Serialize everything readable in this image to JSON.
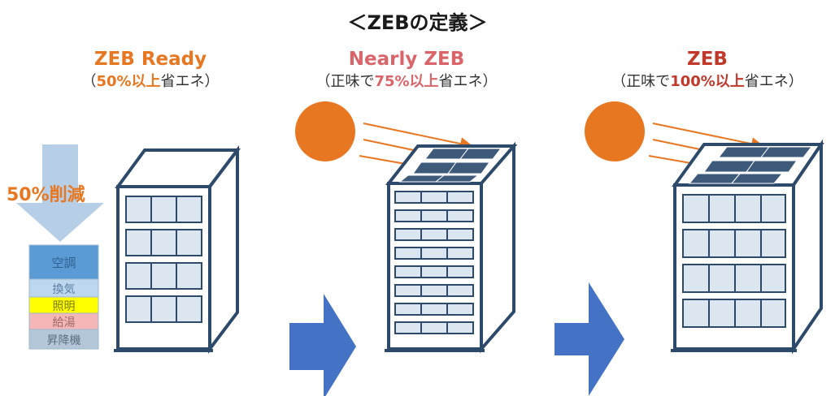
{
  "title": "＜ZEBの定義＞",
  "levels": [
    {
      "name": "ZEB Ready",
      "sub_open": "（",
      "sub_prefix": "",
      "sub_highlight": "50%以上",
      "sub_suffix": "省エネ）",
      "name_color": "#e87722",
      "highlight_color": "#e87722"
    },
    {
      "name": "Nearly ZEB",
      "sub_open": "（",
      "sub_prefix": "正味で",
      "sub_highlight": "75%以上",
      "sub_suffix": "省エネ）",
      "name_color": "#d9646a",
      "highlight_color": "#d9646a"
    },
    {
      "name": "ZEB",
      "sub_open": "（",
      "sub_prefix": "正味で",
      "sub_highlight": "100%以上",
      "sub_suffix": "省エネ）",
      "name_color": "#c0392b",
      "highlight_color": "#c0392b"
    }
  ],
  "reduction_label": "50%削減",
  "energy_stack": [
    "空調",
    "換気",
    "照明",
    "給湯",
    "昇降機"
  ],
  "colors": {
    "building_stroke": "#2e4a6b",
    "window_fill": "#dce6f0",
    "sun": "#e87722",
    "arrow": "#4472c4",
    "down_arrow": "#b7cfe6",
    "panel": "#3d5a7a"
  }
}
